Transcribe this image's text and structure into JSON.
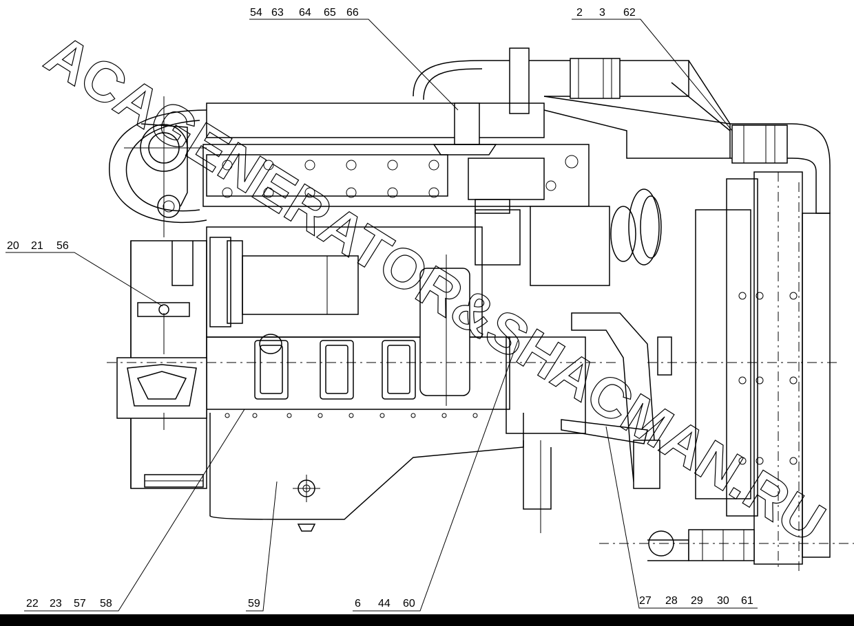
{
  "diagram": {
    "watermark": "ACAGENERATOR&SHACMAN.RU",
    "callouts": [
      {
        "id": "top-left",
        "numbers": [
          "54",
          "63",
          "64",
          "65",
          "66"
        ]
      },
      {
        "id": "top-right",
        "numbers": [
          "2",
          "3",
          "62"
        ]
      },
      {
        "id": "left",
        "numbers": [
          "20",
          "21",
          "56"
        ]
      },
      {
        "id": "bottom-1",
        "numbers": [
          "22",
          "23",
          "57",
          "58"
        ]
      },
      {
        "id": "bottom-2",
        "numbers": [
          "59"
        ]
      },
      {
        "id": "bottom-3",
        "numbers": [
          "6",
          "44",
          "60"
        ]
      },
      {
        "id": "bottom-4",
        "numbers": [
          "27",
          "28",
          "29",
          "30",
          "61"
        ]
      }
    ]
  }
}
